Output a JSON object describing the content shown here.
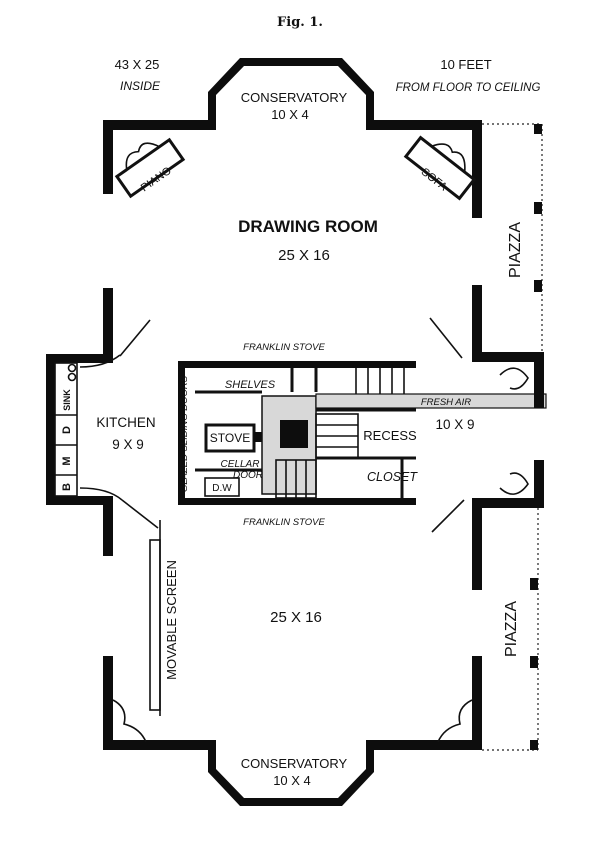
{
  "figure": {
    "title": "Fig. 1."
  },
  "notes": {
    "inside_dims_line1": "43 X 25",
    "inside_dims_line2": "INSIDE",
    "ceiling_line1": "10 FEET",
    "ceiling_line2": "FROM FLOOR TO CEILING"
  },
  "rooms": {
    "conservatory_top": {
      "name": "CONSERVATORY",
      "size": "10 X 4"
    },
    "drawing_room": {
      "name": "DRAWING ROOM",
      "size": "25 X 16"
    },
    "kitchen": {
      "name": "KITCHEN",
      "size": "9 X 9"
    },
    "recess": {
      "name": "RECESS",
      "size": "10 X 9"
    },
    "closet": {
      "name": "CLOSET"
    },
    "lower_room": {
      "size": "25 X 16"
    },
    "conservatory_bottom": {
      "name": "CONSERVATORY",
      "size": "10 X 4"
    },
    "piazza_top": {
      "name": "PIAZZA"
    },
    "piazza_bottom": {
      "name": "PIAZZA"
    }
  },
  "fixtures": {
    "piano": "PIANO",
    "sofa": "SOFA",
    "franklin_stove_top": "FRANKLIN STOVE",
    "franklin_stove_bottom": "FRANKLIN STOVE",
    "shelves": "SHELVES",
    "fresh_air": "FRESH AIR",
    "stove": "STOVE",
    "cellar_door_line1": "CELLAR",
    "cellar_door_line2": "DOOR",
    "dw": "D.W",
    "glazed_sliding_doors": "GLAZED SLIDING DOORS",
    "movable_screen": "MOVABLE SCREEN",
    "kitchen_fixtures": [
      "B",
      "M",
      "D",
      "SINK"
    ]
  }
}
